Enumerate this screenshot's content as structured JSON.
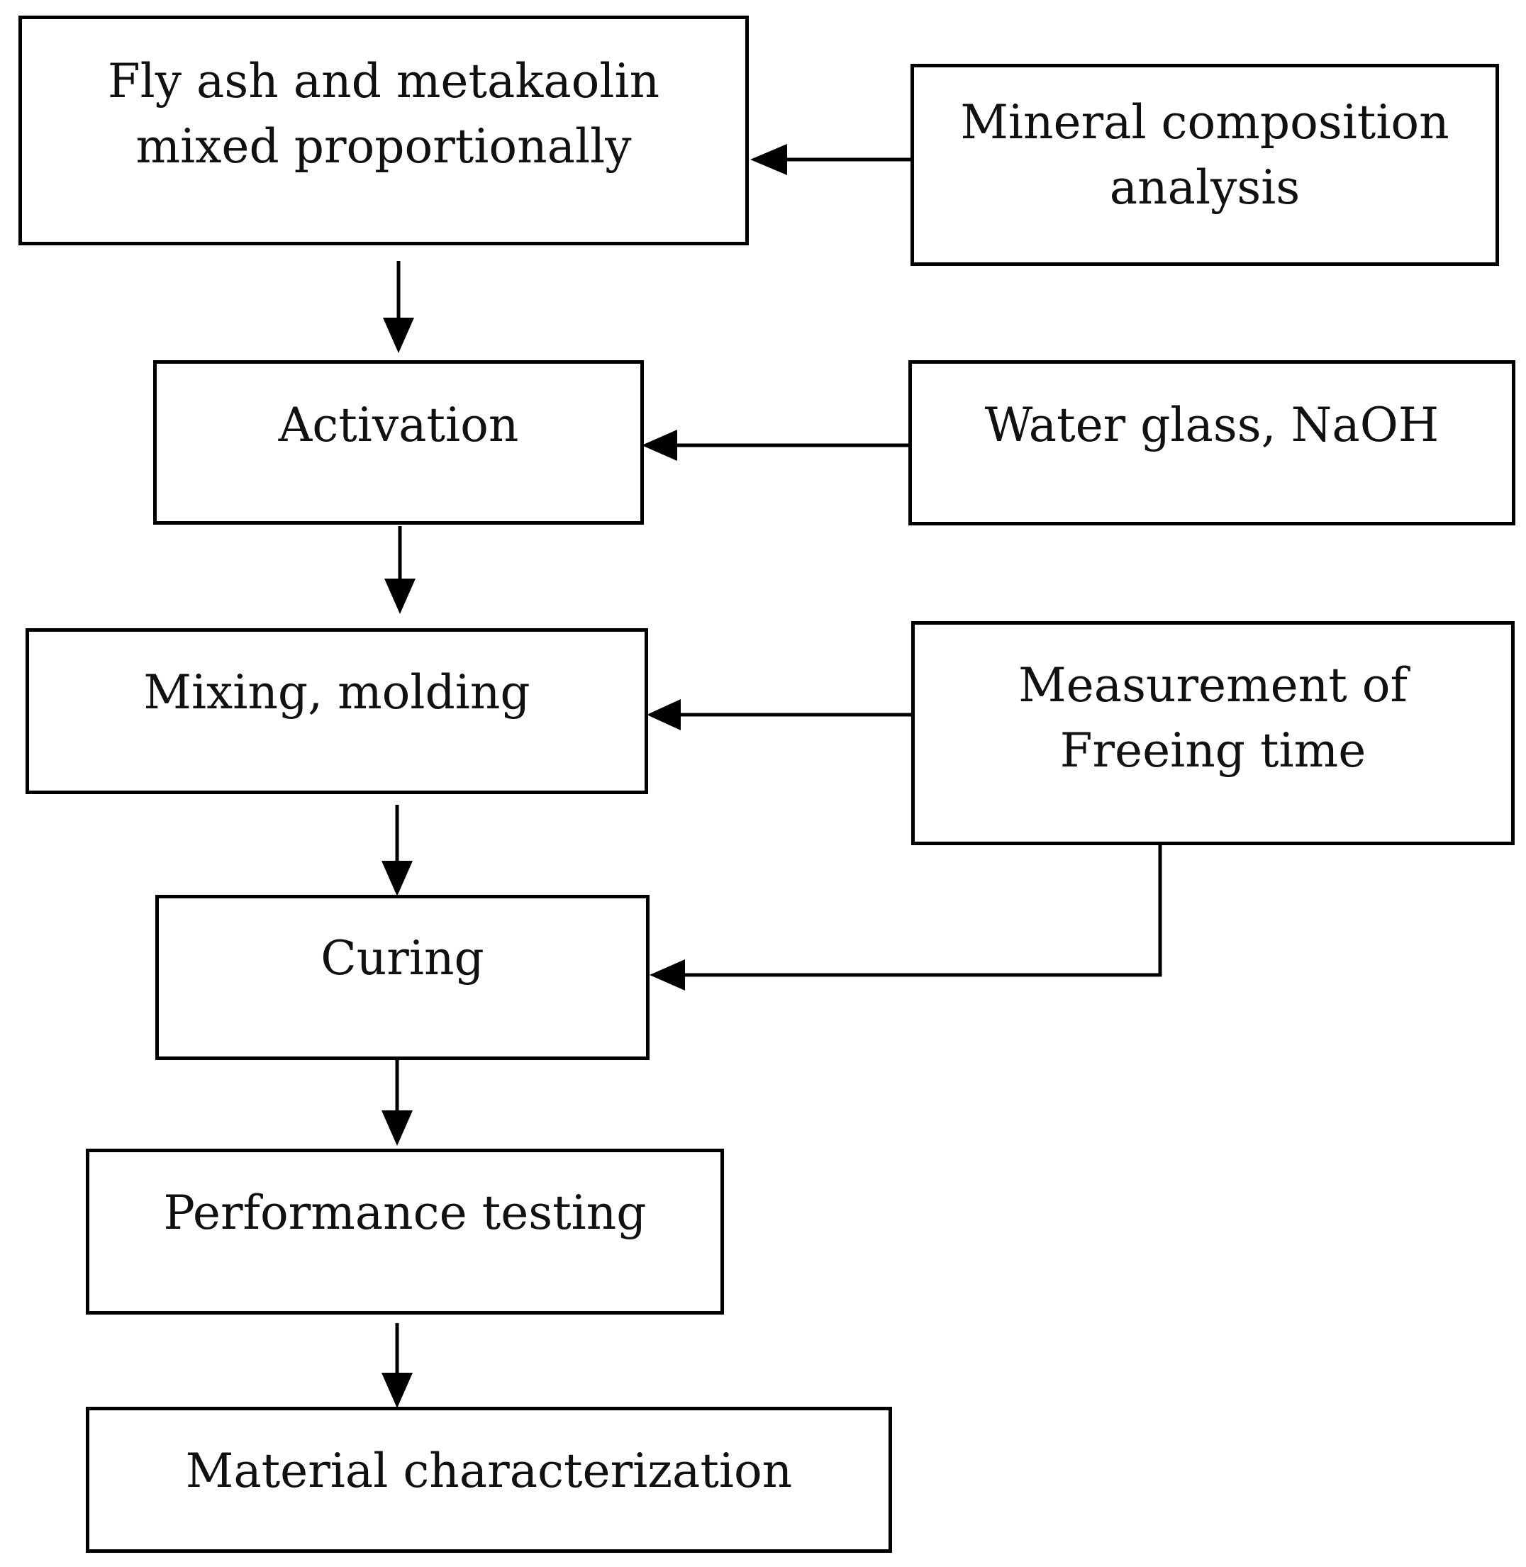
{
  "flow": {
    "mix": "Fly ash and metakaolin\nmixed proportionally",
    "activation": "Activation",
    "mixing": "Mixing, molding",
    "curing": "Curing",
    "testing": "Performance testing",
    "characterization": "Material characterization"
  },
  "inputs": {
    "mineral": "Mineral composition\nanalysis",
    "activators": "Water glass, NaOH",
    "freezing": "Measurement of\nFreeing time"
  }
}
